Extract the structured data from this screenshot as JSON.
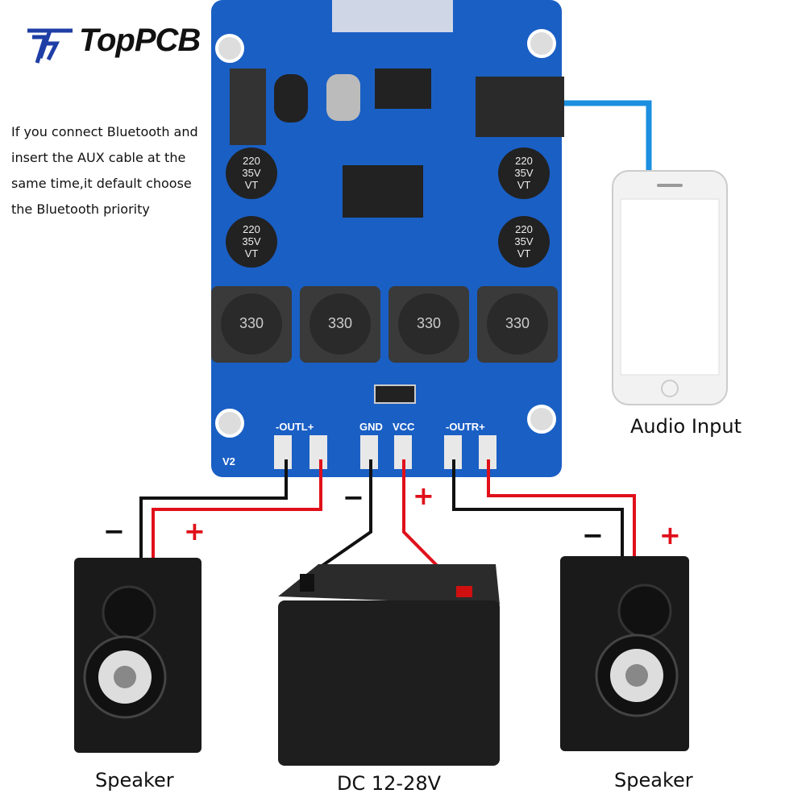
{
  "logo": {
    "text": "TopPCB",
    "brand_color": "#1f3fa6"
  },
  "note": {
    "lines": [
      "If you connect Bluetooth and",
      "insert the AUX cable at the",
      "same time,it default choose",
      "the Bluetooth priority"
    ]
  },
  "board": {
    "color": "#1a5fc4",
    "terminals": {
      "out_left": "-OUTL+",
      "gnd": "GND",
      "vcc": "VCC",
      "out_right": "-OUTR+"
    },
    "inductor_label": "330",
    "capacitor_label": "220 35V VT",
    "version": "V2"
  },
  "captions": {
    "audio_input": "Audio Input",
    "speaker_left": "Speaker",
    "battery": "DC 12-28V",
    "speaker_right": "Speaker"
  },
  "polarity": {
    "minus": "−",
    "plus": "+"
  },
  "wire_colors": {
    "negative": "#111111",
    "positive": "#e0101a",
    "audio": "#1b8fe0"
  }
}
